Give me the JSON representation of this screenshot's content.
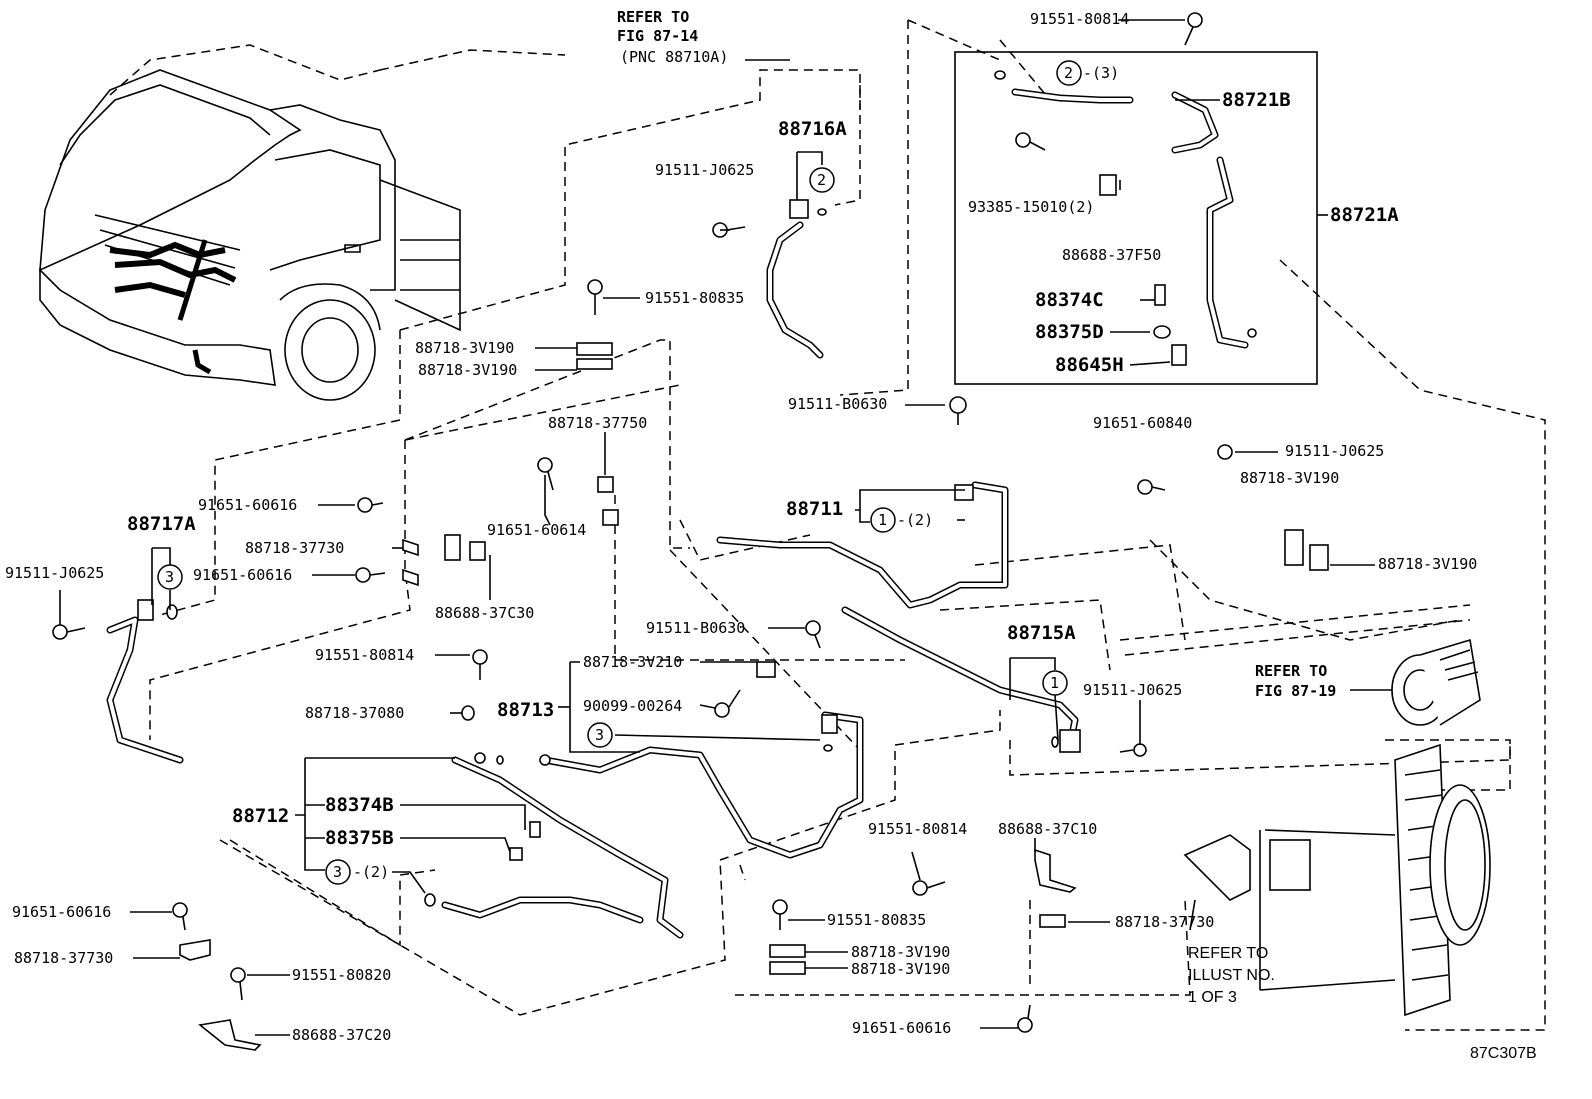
{
  "references": {
    "fig_87_14": [
      "REFER TO",
      "FIG 87-14",
      "(PNC 88710A)"
    ],
    "fig_87_19": [
      "REFER TO",
      "FIG 87-19"
    ],
    "illust": [
      "REFER TO",
      "ILLUST NO.",
      "1 OF 3"
    ]
  },
  "diagram_code": "87C307B",
  "callouts": {
    "c_2": "2",
    "c_3": "3",
    "c_1": "1",
    "qty_3": "-(3)",
    "qty_2": "-(2)"
  },
  "labels": [
    "91551-80814",
    "88721B",
    "88721A",
    "93385-15010(2)",
    "88688-37F50",
    "88374C",
    "88375D",
    "88645H",
    "91651-60840",
    "91511-J0625",
    "88718-3V190",
    "88718-3V190",
    "88716A",
    "91511-J0625",
    "91551-80835",
    "88718-3V190",
    "88718-3V190",
    "91511-B0630",
    "88718-37750",
    "91651-60614",
    "88711",
    "88717A",
    "91651-60616",
    "88718-37730",
    "91651-60616",
    "88688-37C30",
    "91511-J0625",
    "91551-80814",
    "88718-37080",
    "88718-3V210",
    "90099-00264",
    "88713",
    "91511-B0630",
    "88715A",
    "91511-J0625",
    "88712",
    "88374B",
    "88375B",
    "91551-80814",
    "88688-37C10",
    "91551-80835",
    "88718-37730",
    "88718-3V190",
    "88718-3V190",
    "91651-60616",
    "88718-37730",
    "91551-80820",
    "88688-37C20",
    "91651-60616"
  ]
}
